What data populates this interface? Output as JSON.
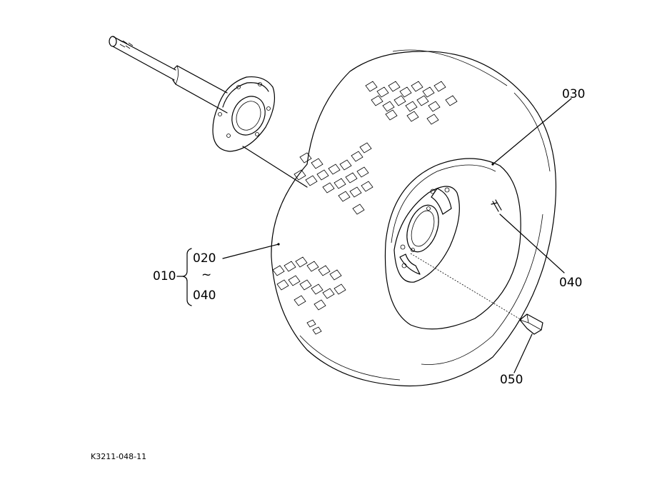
{
  "labels": {
    "assembly": "010",
    "tire": "020",
    "range_mark": "~",
    "range_end": "040",
    "rim": "030",
    "valve": "040",
    "bolt": "050"
  },
  "drawing_code": "K3211-048-11"
}
